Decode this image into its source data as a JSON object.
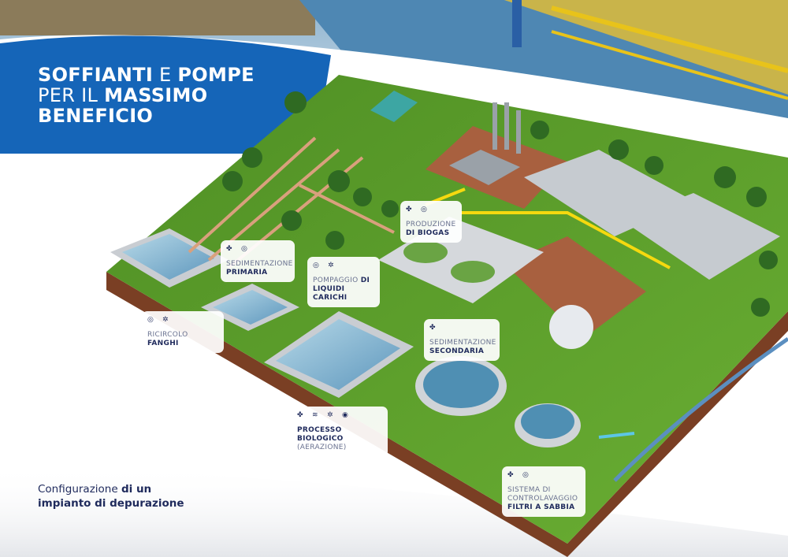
{
  "colors": {
    "brand_blue": "#1565b8",
    "navy": "#1f2a5c",
    "grass": "#5a9a2c",
    "soil": "#7a3f24",
    "water": "#6fa9c8",
    "biogas_arrow": "#f5d90f",
    "flow_arrow": "#d9a07d",
    "outflow_arrow": "#5cc6e6"
  },
  "title": {
    "line1_bold": "SOFFIANTI",
    "line1_mid": "E",
    "line1_bold2": "POMPE",
    "line2_thin": "PER IL",
    "line2_bold": "MASSIMO",
    "line3_bold": "BENEFICIO"
  },
  "caption": {
    "thin": "Configurazione",
    "bold1": "di un",
    "bold2": "impianto di depurazione"
  },
  "labels": {
    "primaria": {
      "thin": "SEDIMENTAZIONE",
      "bold": "PRIMARIA",
      "icons": [
        "blower-icon",
        "pump-ring-icon"
      ]
    },
    "pompaggio": {
      "thin": "POMPAGGIO",
      "bold1": "DI",
      "bold2": "LIQUIDI CARICHI",
      "icons": [
        "pump-ring-icon",
        "impeller-icon"
      ]
    },
    "biogas": {
      "thin": "PRODUZIONE",
      "bold": "DI BIOGAS",
      "icons": [
        "blower-icon",
        "pump-ring-icon"
      ]
    },
    "ricircolo": {
      "thin": "RICIRCOLO",
      "bold": "FANGHI",
      "icons": [
        "pump-ring-icon",
        "impeller-icon"
      ]
    },
    "secondaria": {
      "thin": "SEDIMENTAZIONE",
      "bold": "SECONDARIA",
      "icons": [
        "blower-icon"
      ]
    },
    "biologico": {
      "bold": "PROCESSO BIOLOGICO",
      "thin": "(AERAZIONE)",
      "icons": [
        "blower-icon",
        "diffuser-icon",
        "impeller-icon",
        "target-ring-icon"
      ]
    },
    "controlavaggio": {
      "thin1": "SISTEMA DI",
      "thin2": "CONTROLAVAGGIO",
      "bold": "FILTRI A SABBIA",
      "icons": [
        "blower-icon",
        "pump-ring-icon"
      ]
    }
  }
}
